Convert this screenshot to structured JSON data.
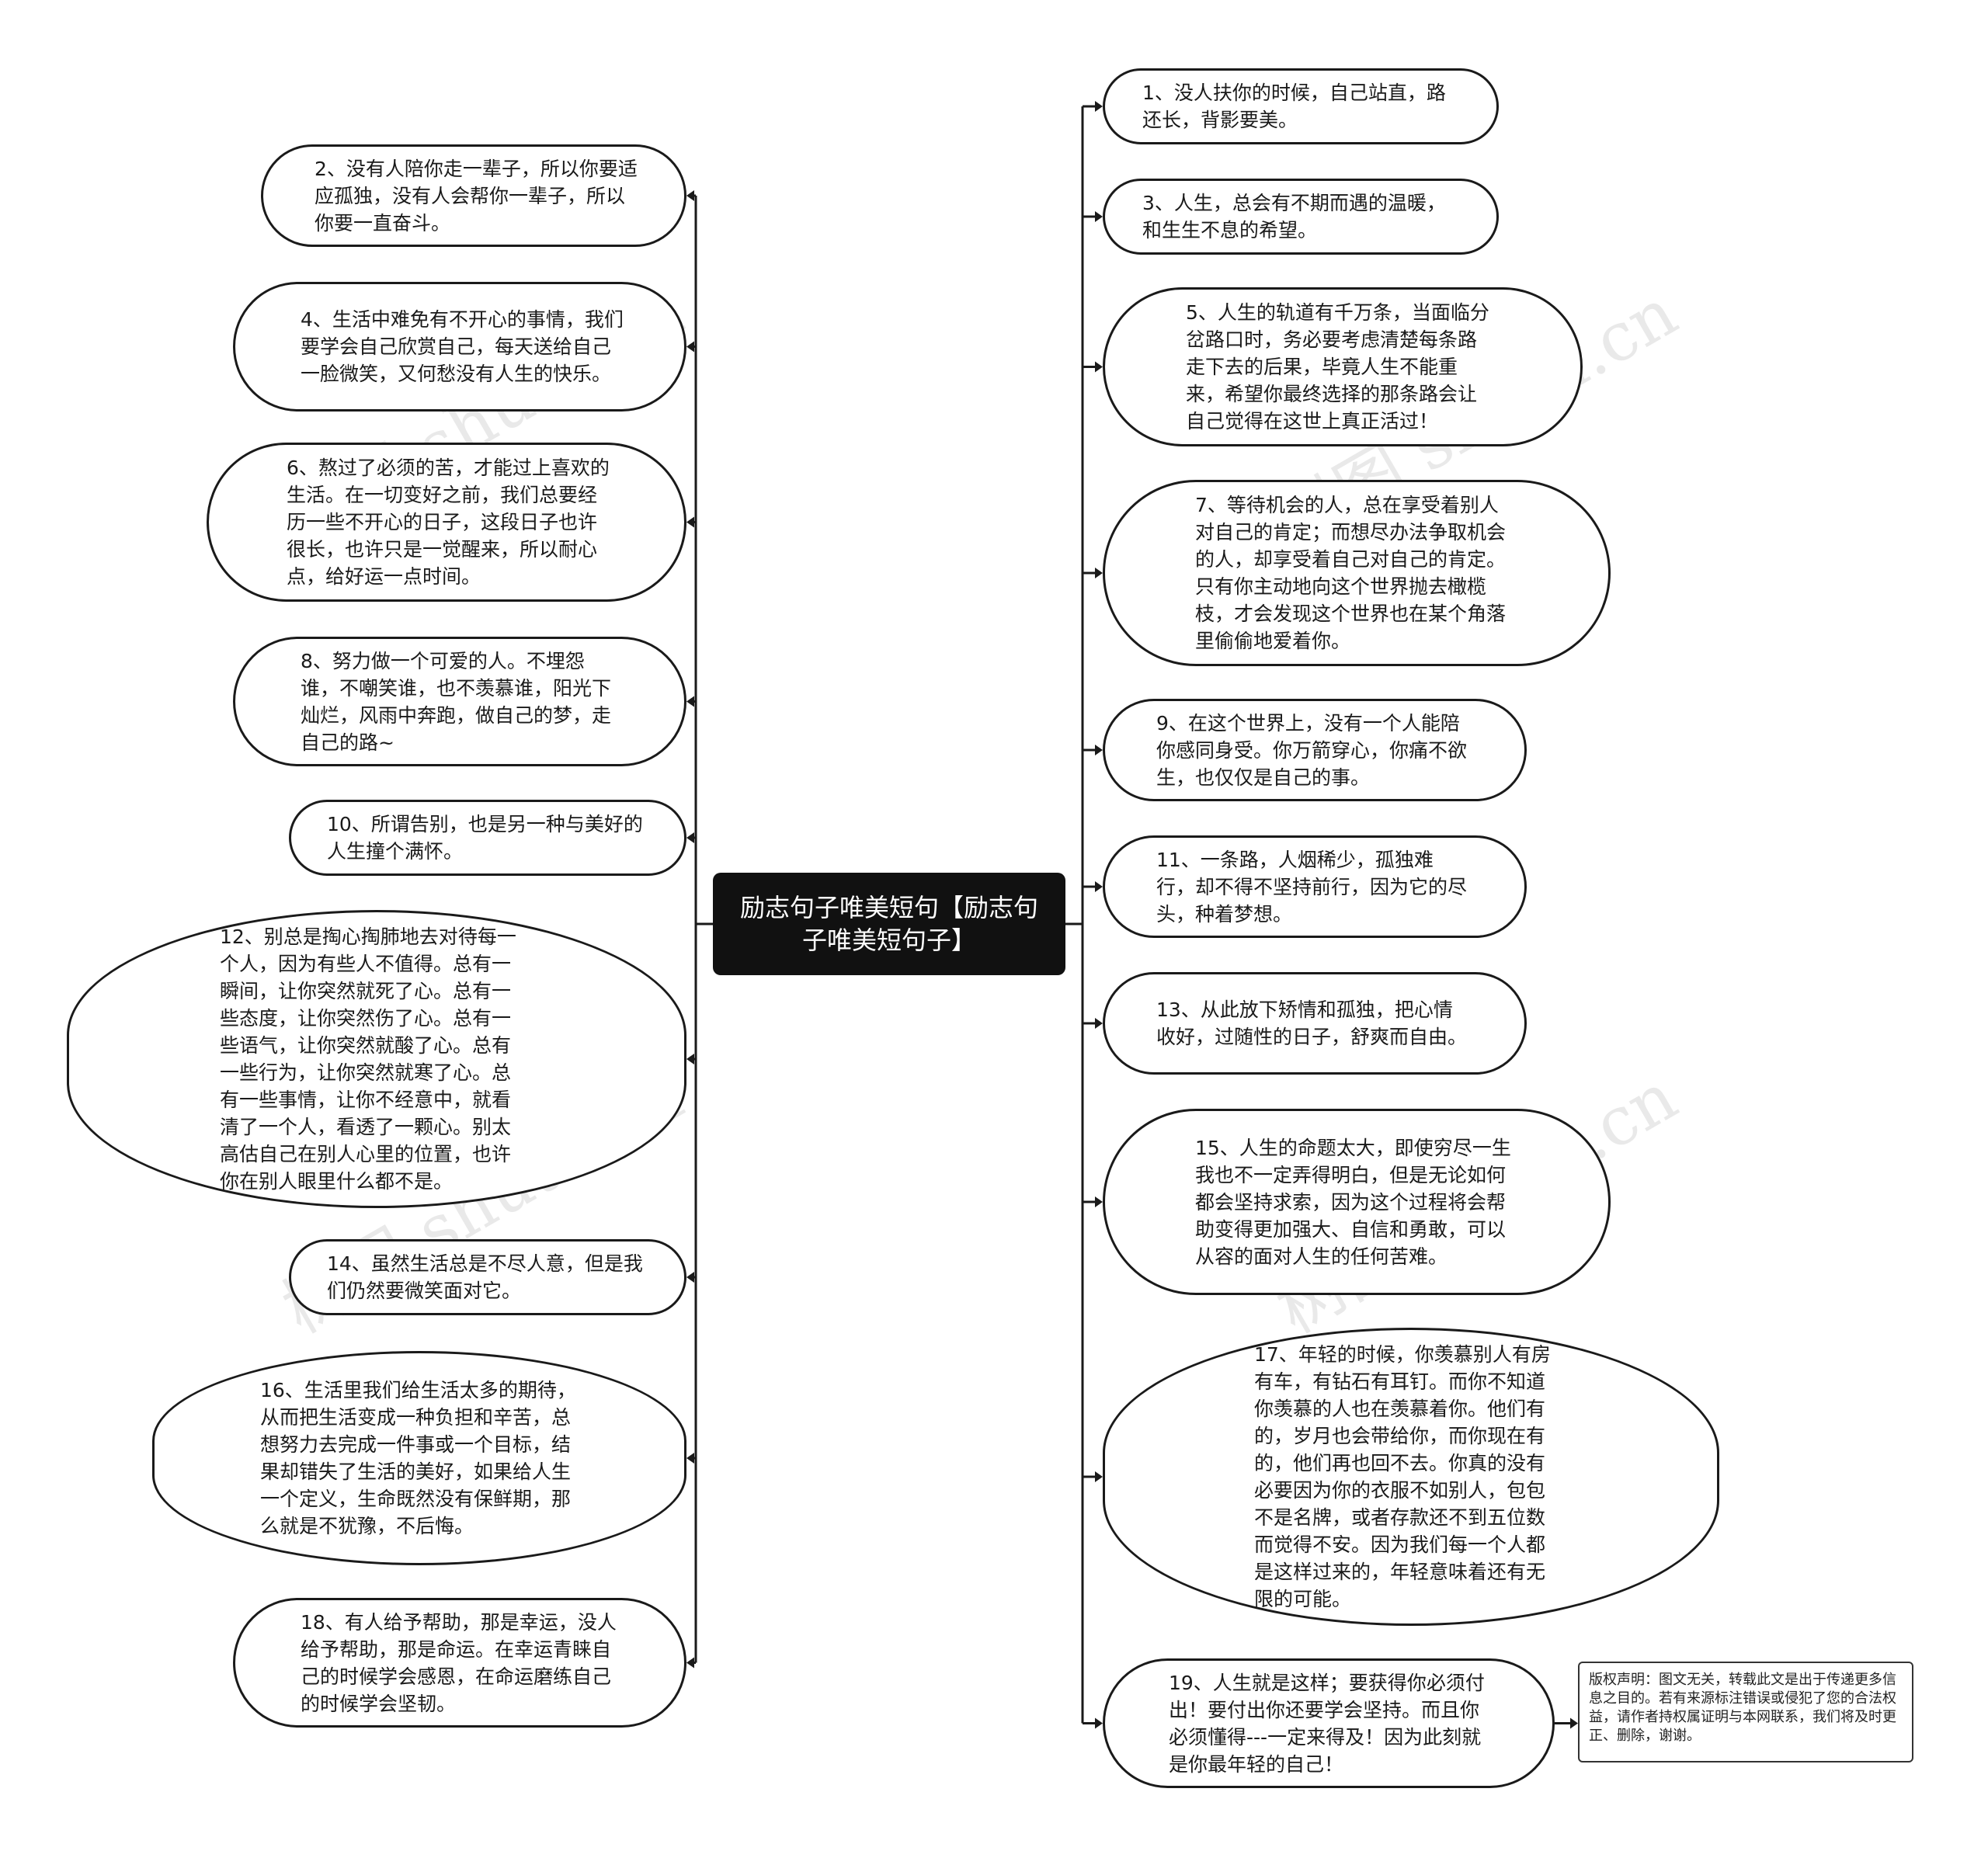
{
  "central_topic": "励志句子唯美短句【励志句子唯美短句子】",
  "left_branches": [
    "2、没有人陪你走一辈子，所以你要适应孤独，没有人会帮你一辈子，所以你要一直奋斗。",
    "4、生活中难免有不开心的事情，我们要学会自己欣赏自己，每天送给自己一脸微笑，又何愁没有人生的快乐。",
    "6、熬过了必须的苦，才能过上喜欢的生活。在一切变好之前，我们总要经历一些不开心的日子，这段日子也许很长，也许只是一觉醒来，所以耐心点，给好运一点时间。",
    "8、努力做一个可爱的人。不埋怨谁，不嘲笑谁，也不羡慕谁，阳光下灿烂，风雨中奔跑，做自己的梦，走自己的路~",
    "10、所谓告别，也是另一种与美好的人生撞个满怀。",
    "12、别总是掏心掏肺地去对待每一个人，因为有些人不值得。总有一瞬间，让你突然就死了心。总有一些态度，让你突然伤了心。总有一些语气，让你突然就酸了心。总有一些行为，让你突然就寒了心。总有一些事情，让你不经意中，就看清了一个人，看透了一颗心。别太高估自己在别人心里的位置，也许你在别人眼里什么都不是。",
    "14、虽然生活总是不尽人意，但是我们仍然要微笑面对它。",
    "16、生活里我们给生活太多的期待，从而把生活变成一种负担和辛苦，总想努力去完成一件事或一个目标，结果却错失了生活的美好，如果给人生一个定义，生命既然没有保鲜期，那么就是不犹豫，不后悔。",
    "18、有人给予帮助，那是幸运，没人给予帮助，那是命运。在幸运青睐自己的时候学会感恩，在命运磨练自己的时候学会坚韧。"
  ],
  "right_branches": [
    "1、没人扶你的时候，自己站直，路还长，背影要美。",
    "3、人生，总会有不期而遇的温暖，和生生不息的希望。",
    "5、人生的轨道有千万条，当面临分岔路口时，务必要考虑清楚每条路走下去的后果，毕竟人生不能重来，希望你最终选择的那条路会让自己觉得在这世上真正活过！",
    "7、等待机会的人，总在享受着别人对自己的肯定；而想尽办法争取机会的人，却享受着自己对自己的肯定。只有你主动地向这个世界抛去橄榄枝，才会发现这个世界也在某个角落里偷偷地爱着你。",
    "9、在这个世界上，没有一个人能陪你感同身受。你万箭穿心，你痛不欲生，也仅仅是自己的事。",
    "11、一条路，人烟稀少，孤独难行，却不得不坚持前行，因为它的尽头，种着梦想。",
    "13、从此放下矫情和孤独，把心情收好，过随性的日子，舒爽而自由。",
    "15、人生的命题太大，即使穷尽一生我也不一定弄得明白，但是无论如何都会坚持求索，因为这个过程将会帮助变得更加强大、自信和勇敢，可以从容的面对人生的任何苦难。",
    "17、年轻的时候，你羡慕别人有房有车，有钻石有耳钉。而你不知道你羡慕的人也在羡慕着你。他们有的，岁月也会带给你，而你现在有的，他们再也回不去。你真的没有必要因为你的衣服不如别人，包包不是名牌，或者存款还不到五位数而觉得不安。因为我们每一个人都是这样过来的，年轻意味着还有无限的可能。",
    "19、人生就是这样；要获得你必须付出！要付出你还要学会坚持。而且你必须懂得---一定来得及！因为此刻就是你最年轻的自己！"
  ],
  "copyright_note": "版权声明：图文无关，转载此文是出于传递更多信息之目的。若有来源标注错误或侵犯了您的合法权益，请作者持权属证明与本网联系，我们将及时更正、删除，谢谢。",
  "watermark": "树图 shutu.cn",
  "colors": {
    "line": "#1a1a1a",
    "central_bg": "#111111",
    "central_text": "#ffffff"
  }
}
